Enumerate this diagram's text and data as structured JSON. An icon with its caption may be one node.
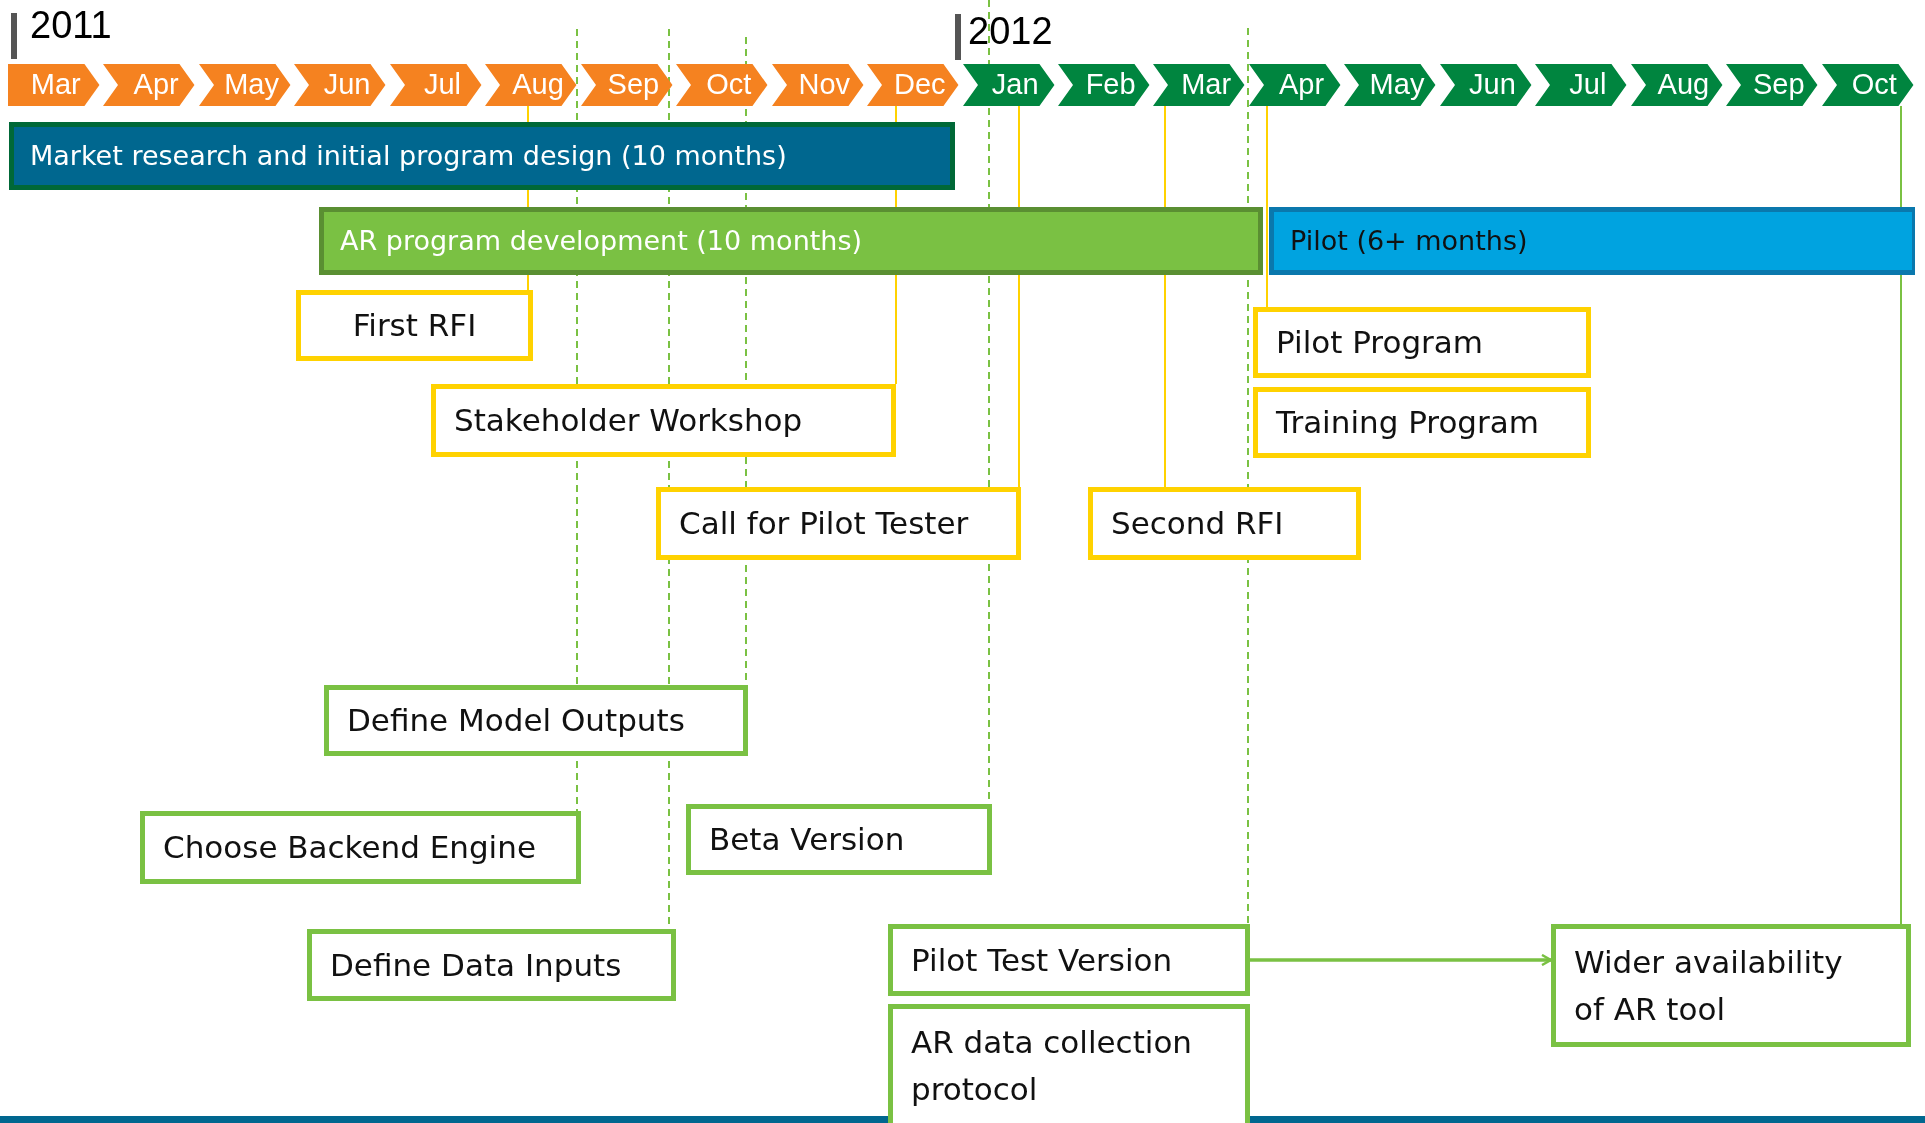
{
  "diagram": {
    "nodes": [
      {
        "text": [
          "Mar"
        ]
      },
      {
        "text": [
          "Apr"
        ]
      },
      {
        "text": [
          "May"
        ]
      },
      {
        "text": [
          "Jun"
        ]
      },
      {
        "text": [
          "Jul"
        ]
      },
      {
        "text": [
          "Aug"
        ]
      },
      {
        "text": [
          "Sep"
        ]
      },
      {
        "text": [
          "Oct"
        ]
      },
      {
        "text": [
          "Nov"
        ]
      },
      {
        "text": [
          "Dec"
        ]
      },
      {
        "text": [
          "Jan"
        ]
      },
      {
        "text": [
          "Feb"
        ]
      },
      {
        "text": [
          "Mar"
        ]
      },
      {
        "text": [
          "Apr"
        ]
      },
      {
        "text": [
          "May"
        ]
      },
      {
        "text": [
          "Jun"
        ]
      },
      {
        "text": [
          "Jul"
        ]
      },
      {
        "text": [
          "Aug"
        ]
      },
      {
        "text": [
          "Sep"
        ]
      },
      {
        "text": [
          "Oct"
        ]
      },
      {
        "text": [
          "Market research and initial program design (10 months)"
        ]
      },
      {
        "text": [
          "AR program development (10 months)"
        ]
      },
      {
        "text": [
          "Pilot (6+ months)"
        ]
      },
      {
        "text": [
          "First RFI"
        ]
      },
      {
        "text": [
          "Stakeholder Workshop"
        ]
      },
      {
        "text": [
          "Call for Pilot Tester"
        ]
      },
      {
        "text": [
          "Second RFI"
        ]
      },
      {
        "text": [
          "Pilot Program"
        ]
      },
      {
        "text": [
          "Training Program"
        ]
      },
      {
        "text": [
          "Define Model Outputs"
        ]
      },
      {
        "text": [
          "Choose Backend Engine"
        ]
      },
      {
        "text": [
          "Beta Version"
        ]
      },
      {
        "text": [
          "Define Data Inputs"
        ]
      },
      {
        "text": [
          "Pilot Test Version"
        ]
      },
      {
        "text": [
          "AR data collection protocol"
        ]
      },
      {
        "text": [
          "Wider availability of AR tool"
        ]
      }
    ],
    "edges": [
      {
        "from": 5,
        "to": 23,
        "arrow": "none",
        "color": "#ffd200"
      },
      {
        "from": 9,
        "to": 24,
        "arrow": "none",
        "color": "#ffd200"
      },
      {
        "from": 10,
        "to": 25,
        "arrow": "none",
        "color": "#ffd200"
      },
      {
        "from": 12,
        "to": 26,
        "arrow": "none",
        "color": "#ffd200"
      },
      {
        "from": 13,
        "to": 27,
        "arrow": "none",
        "color": "#ffd200"
      },
      {
        "from": 19,
        "to": 35,
        "arrow": "none",
        "color": "#7ac143"
      },
      {
        "from": null,
        "to": 30,
        "arrow": "none",
        "style": "dashed",
        "color": "#7ac143"
      },
      {
        "from": null,
        "to": 32,
        "arrow": "none",
        "style": "dashed",
        "color": "#7ac143"
      },
      {
        "from": null,
        "to": 29,
        "arrow": "none",
        "style": "dashed",
        "color": "#7ac143"
      },
      {
        "from": null,
        "to": 31,
        "arrow": "none",
        "style": "dashed",
        "color": "#7ac143"
      },
      {
        "from": null,
        "to": 33,
        "arrow": "none",
        "style": "dashed",
        "color": "#7ac143"
      },
      {
        "from": 33,
        "to": 35,
        "arrow": "to",
        "color": "#7ac143"
      }
    ],
    "labels": [
      "2011",
      "2012"
    ]
  }
}
